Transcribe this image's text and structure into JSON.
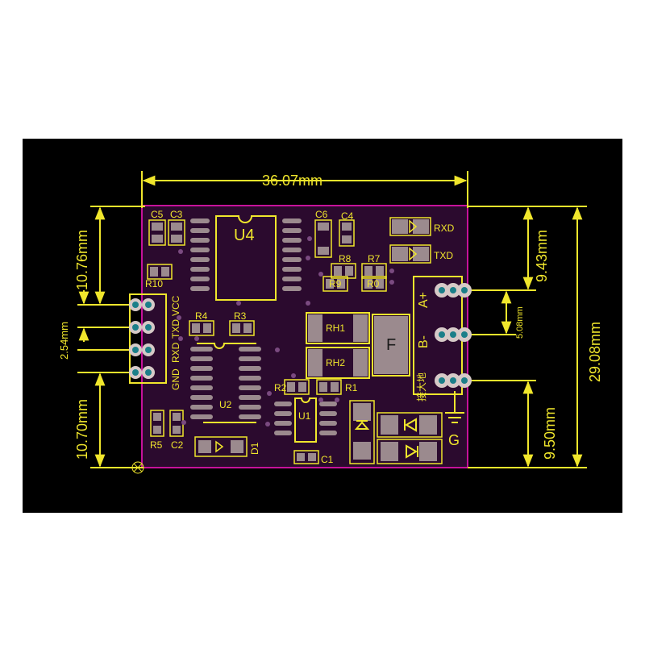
{
  "colors": {
    "background": "#000000",
    "board_fill": "#2b0a2e",
    "outline": "#c7129b",
    "silk": "#f0e62c",
    "pad": "#d6c9c7",
    "smd_pad": "#9b8a8e",
    "via_ring": "#7a4a80",
    "hole": "#1b7f89"
  },
  "dimensions": {
    "width": "36.07mm",
    "height_total": "29.08mm",
    "left_top": "10.76mm",
    "left_pitch": "2.54mm",
    "left_bottom": "10.70mm",
    "right_top": "9.43mm",
    "right_pitch": "5.08mm",
    "right_bottom": "9.50mm"
  },
  "left_header_pins": [
    "GND",
    "RXD",
    "TXD",
    "VCC"
  ],
  "right_terminals": {
    "a": "A+",
    "b": "B-",
    "gnd_cn": "接大地",
    "g": "G"
  },
  "leds": {
    "rxd": "RXD",
    "txd": "TXD"
  },
  "components": {
    "u4": "U4",
    "u2": "U2",
    "u1": "U1",
    "c5": "C5",
    "c3": "C3",
    "c6": "C6",
    "c4": "C4",
    "r10": "R10",
    "r8": "R8",
    "r7": "R7",
    "r9": "R9",
    "r0": "R0",
    "r4": "R4",
    "r3": "R3",
    "r2": "R2",
    "r1": "R1",
    "rh1": "RH1",
    "rh2": "RH2",
    "f": "F",
    "r5": "R5",
    "c2": "C2",
    "d1": "D1",
    "c1": "C1"
  }
}
